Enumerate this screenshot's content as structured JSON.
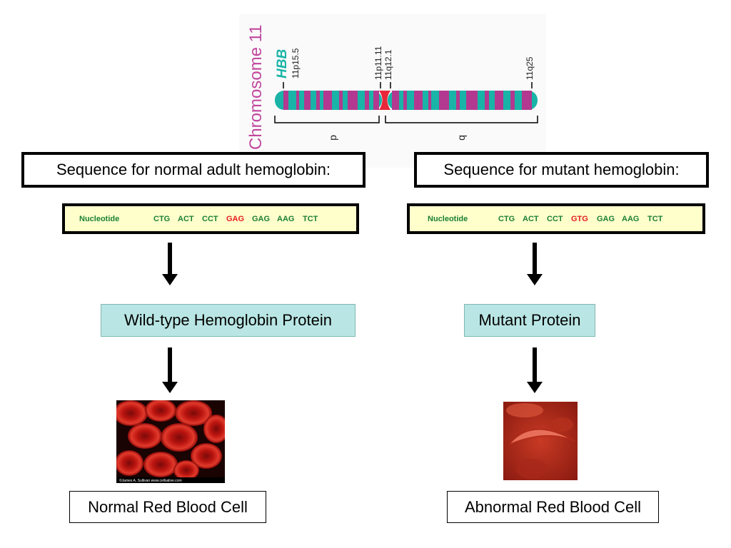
{
  "chromosome": {
    "title": "Chromosome 11",
    "gene": "HBB",
    "band_labels": [
      "11p15.5",
      "11p11.11",
      "11q12.1",
      "11q25"
    ],
    "arm_p": "p",
    "arm_q": "q",
    "colors": {
      "band_teal": "#19b4a7",
      "band_magenta": "#b2398f",
      "centromere": "#e8283a"
    }
  },
  "normal": {
    "header": "Sequence for normal adult hemoglobin:",
    "sequence_label": "Nucleotide",
    "codons": [
      "CTG",
      "ACT",
      "CCT",
      "GAG",
      "GAG",
      "AAG",
      "TCT"
    ],
    "highlighted_codon": "GAG",
    "protein": "Wild-type Hemoglobin Protein",
    "cell_image_credit": "©James A. Sullivan   www.cellsalive.com",
    "cell_label": "Normal Red Blood Cell"
  },
  "mutant": {
    "header": "Sequence for mutant hemoglobin:",
    "sequence_label": "Nucleotide",
    "codons": [
      "CTG",
      "ACT",
      "CCT",
      "GTG",
      "GAG",
      "AAG",
      "TCT"
    ],
    "highlighted_codon": "GTG",
    "protein": "Mutant Protein",
    "cell_label": "Abnormal Red Blood Cell"
  },
  "colors": {
    "sequence_text": "#1a7f35",
    "mutation_highlight": "#e81c1c",
    "protein_box": "#b9e6e4",
    "sequence_box": "#ffffcc"
  }
}
